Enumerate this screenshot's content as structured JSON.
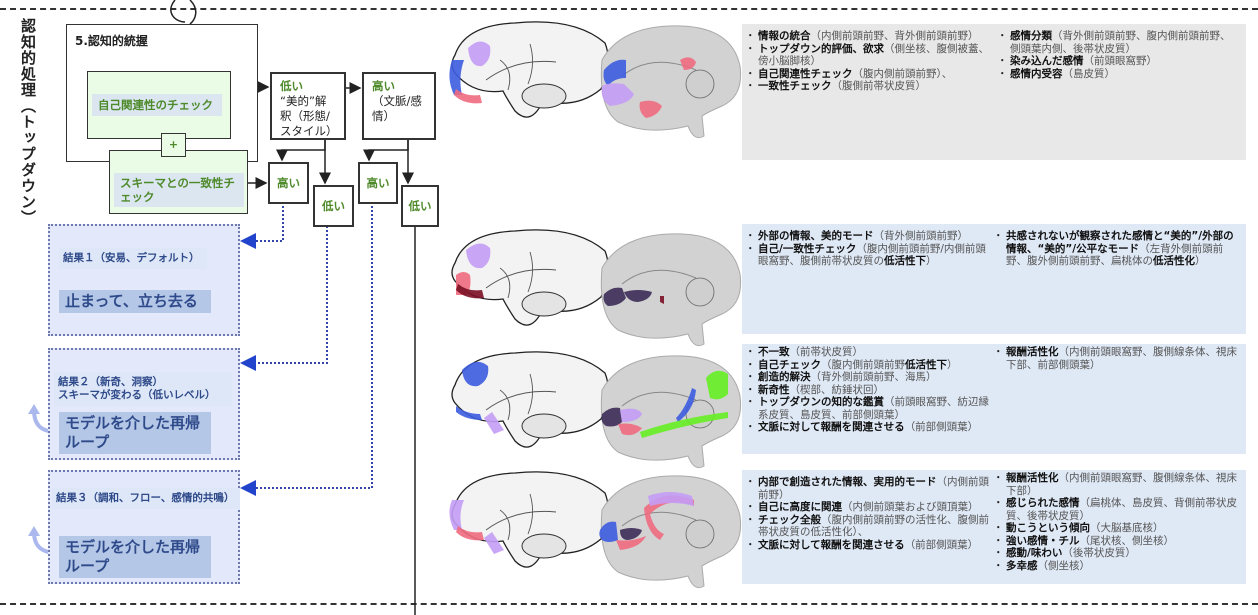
{
  "side_label": "認知的処理（トップダウン）",
  "appraisal": {
    "title": "5.認知的統握",
    "self_check": "自己関連性のチェック",
    "plus": "+",
    "schema_check": "スキーマとの一致性チェック"
  },
  "levels": {
    "low_aesthetic": {
      "level": "低い",
      "text": "“美的”解釈（形態/スタイル）"
    },
    "high_context": {
      "level": "高い",
      "text": "（文脈/感情）"
    },
    "high_1": "高い",
    "low_1": "低い",
    "high_2": "高い",
    "low_2": "低い"
  },
  "outcomes": [
    {
      "title": "結果１（安易、デフォルト）",
      "big": "止まって、立ち去る"
    },
    {
      "title": "結果２（新奇、洞察）\nスキーマが変わる（低いレベル）",
      "big": "モデルを介した再帰ループ"
    },
    {
      "title": "結果３（調和、フロー、感情的共鳴）",
      "big": "モデルを介した再帰ループ"
    }
  ],
  "rows": [
    {
      "style": "gray",
      "left": [
        {
          "b": "情報の統合",
          "p": "（内側前頭前野、背外側前頭前野）"
        },
        {
          "b": "トップダウン的評価、欲求",
          "p": "（側坐核、腹側被蓋、傍小脳脚核）"
        },
        {
          "b": "自己関連性チェック",
          "p": "（腹内側前頭前野）、"
        },
        {
          "b": "一致性チェック",
          "p": "（腹側前帯状皮質）"
        }
      ],
      "right": [
        {
          "b": "感情分類",
          "p": "（背外側前頭前野、腹内側前頭前野、側頭葉内側、後帯状皮質）"
        },
        {
          "b": "染み込んだ感情",
          "p": "（前頭眼窩野）"
        },
        {
          "b": "感情内受容",
          "p": "（島皮質）"
        }
      ]
    },
    {
      "style": "blue",
      "left": [
        {
          "b": "外部の情報、美的モード",
          "p": "（背外側前頭前野）"
        },
        {
          "b": "自己/一致性チェック",
          "p": "（腹内側前頭前野/内側前頭眼窩野、腹側前帯状皮質の",
          "b2": "低活性下",
          "p2": "）"
        }
      ],
      "right": [
        {
          "b": "共感されないが観察された感情と“美的”/外部の情報、“美的”/公平なモード",
          "p": "（左背外側前頭前野、腹外側前頭前野、扁桃体の",
          "b2": "低活性化",
          "p2": "）"
        }
      ]
    },
    {
      "style": "blue",
      "left": [
        {
          "b": "不一致",
          "p": "（前帯状皮質）"
        },
        {
          "b": "自己チェック",
          "p": "（腹内側前頭前野",
          "b2": "低活性下",
          "p2": "）"
        },
        {
          "b": "創造的解決",
          "p": "（背外側前頭前野、海馬）"
        },
        {
          "b": "新奇性",
          "p": "（楔部、紡錘状回）"
        },
        {
          "b": "トップダウンの知的な鑑賞",
          "p": "（前頭眼窩野、紡辺縁系皮質、島皮質、前部側頭葉）"
        },
        {
          "b": "文脈に対して報酬を関連させる",
          "p": "（前部側頭葉）"
        }
      ],
      "right": [
        {
          "b": "報酬活性化",
          "p": "（内側前頭眼窩野、腹側線条体、視床下部、前部側頭葉）"
        }
      ]
    },
    {
      "style": "blue",
      "left": [
        {
          "b": "内部で創造された情報、実用的モード",
          "p": "（内側前頭前野）"
        },
        {
          "b": "自己に高度に関連",
          "p": "（内側前頭葉および頭頂葉）"
        },
        {
          "b": "チェック全般",
          "p": "（腹内側前頭前野の活性化、腹側前帯状皮質の低活性化）、"
        },
        {
          "b": "文脈に対して報酬を関連させる",
          "p": "（前部側頭葉）"
        }
      ],
      "right": [
        {
          "b": "報酬活性化",
          "p": "（内側前頭眼窩野、腹側線条体、視床下部）"
        },
        {
          "b": "感じられた感情",
          "p": "（扁桃体、島皮質、背側前帯状皮質、後帯状皮質）"
        },
        {
          "b": "動こうという傾向",
          "p": "（大脳基底核）"
        },
        {
          "b": "強い感情・チル",
          "p": "（尾状核、側坐核）"
        },
        {
          "b": "感動/味わい",
          "p": "（後帯状皮質）"
        },
        {
          "b": "多幸感",
          "p": "（側坐核）"
        }
      ]
    }
  ],
  "colors": {
    "green_text": "#4e8a2a",
    "outcome_text": "#2f4a8a",
    "outcome_bg": "#e3e9fb",
    "outcome_highlight": "#b4c7e7",
    "blue_region": "#3d5ce0",
    "purple_region": "#c49cf5",
    "pink_region": "#ee6a80",
    "dark_red_region": "#7a0f24",
    "dark_purple_region": "#3b2b55",
    "green_region": "#66ee22"
  }
}
